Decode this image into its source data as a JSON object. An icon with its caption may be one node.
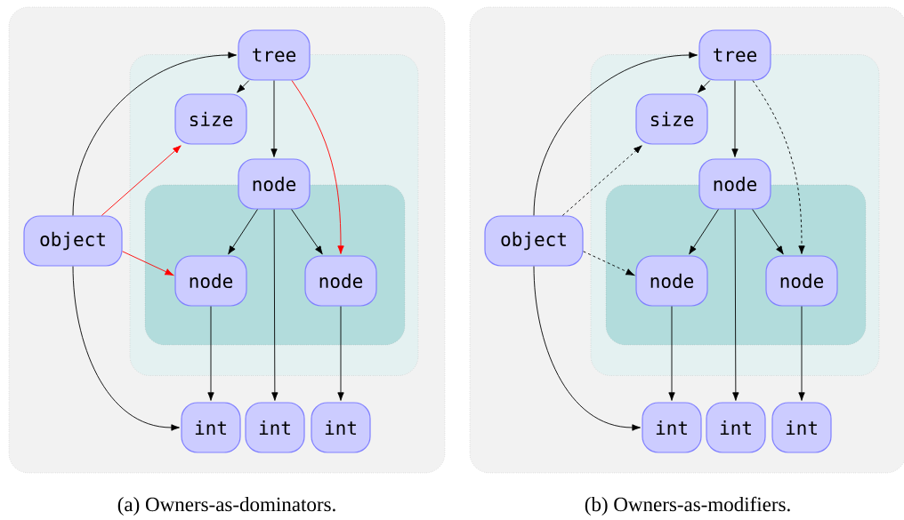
{
  "diagram": {
    "nodes": [
      {
        "text": [],
        "shape": "box"
      },
      {
        "text": [
          "tree"
        ],
        "in": 0
      },
      {
        "text": [],
        "shape": "box",
        "in": 0
      },
      {
        "text": [
          "size"
        ],
        "in": 2
      },
      {
        "text": [
          "node"
        ],
        "in": 2
      },
      {
        "text": [
          "object"
        ],
        "in": 0
      },
      {
        "text": [],
        "shape": "box",
        "in": 2
      },
      {
        "text": [
          "node"
        ],
        "in": 6
      },
      {
        "text": [
          "node"
        ],
        "in": 6
      },
      {
        "text": [
          "int"
        ],
        "in": 0
      },
      {
        "text": [
          "int"
        ],
        "in": 0
      },
      {
        "text": [
          "int"
        ],
        "in": 0
      },
      {
        "text": [],
        "shape": "box"
      },
      {
        "text": [
          "tree"
        ],
        "in": 12
      },
      {
        "text": [],
        "shape": "box",
        "in": 12
      },
      {
        "text": [
          "size"
        ],
        "in": 14
      },
      {
        "text": [
          "node"
        ],
        "in": 14
      },
      {
        "text": [
          "object"
        ],
        "in": 12
      },
      {
        "text": [],
        "shape": "box",
        "in": 14
      },
      {
        "text": [
          "node"
        ],
        "in": 18
      },
      {
        "text": [
          "node"
        ],
        "in": 18
      },
      {
        "text": [
          "int"
        ],
        "in": 12
      },
      {
        "text": [
          "int"
        ],
        "in": 12
      },
      {
        "text": [
          "int"
        ],
        "in": 12
      }
    ],
    "edges": [
      {
        "from": 5,
        "to": 1,
        "arrow": "to"
      },
      {
        "from": 1,
        "to": 3,
        "arrow": "to"
      },
      {
        "from": 1,
        "to": 4,
        "arrow": "to"
      },
      {
        "from": 1,
        "to": 8,
        "arrow": "to",
        "color": "#ff0000"
      },
      {
        "from": 5,
        "to": 3,
        "arrow": "to",
        "color": "#ff0000"
      },
      {
        "from": 4,
        "to": 7,
        "arrow": "to"
      },
      {
        "from": 4,
        "to": 10,
        "arrow": "to"
      },
      {
        "from": 4,
        "to": 8,
        "arrow": "to"
      },
      {
        "from": 5,
        "to": 7,
        "arrow": "to",
        "color": "#ff0000"
      },
      {
        "from": 7,
        "to": 9,
        "arrow": "to"
      },
      {
        "from": 8,
        "to": 11,
        "arrow": "to"
      },
      {
        "from": 5,
        "to": 9,
        "arrow": "to"
      },
      {
        "from": 17,
        "to": 13,
        "arrow": "to"
      },
      {
        "from": 13,
        "to": 15,
        "arrow": "to"
      },
      {
        "from": 13,
        "to": 16,
        "arrow": "to"
      },
      {
        "from": 13,
        "to": 20,
        "arrow": "to",
        "style": "dashed"
      },
      {
        "from": 17,
        "to": 15,
        "arrow": "to",
        "style": "dashed"
      },
      {
        "from": 16,
        "to": 19,
        "arrow": "to"
      },
      {
        "from": 16,
        "to": 22,
        "arrow": "to"
      },
      {
        "from": 16,
        "to": 20,
        "arrow": "to"
      },
      {
        "from": 17,
        "to": 19,
        "arrow": "to",
        "style": "dashed"
      },
      {
        "from": 19,
        "to": 21,
        "arrow": "to"
      },
      {
        "from": 20,
        "to": 23,
        "arrow": "to"
      },
      {
        "from": 17,
        "to": 21,
        "arrow": "to"
      }
    ],
    "labels": [
      "(a) Owners-as-dominators.",
      "(b) Owners-as-modifiers."
    ]
  }
}
